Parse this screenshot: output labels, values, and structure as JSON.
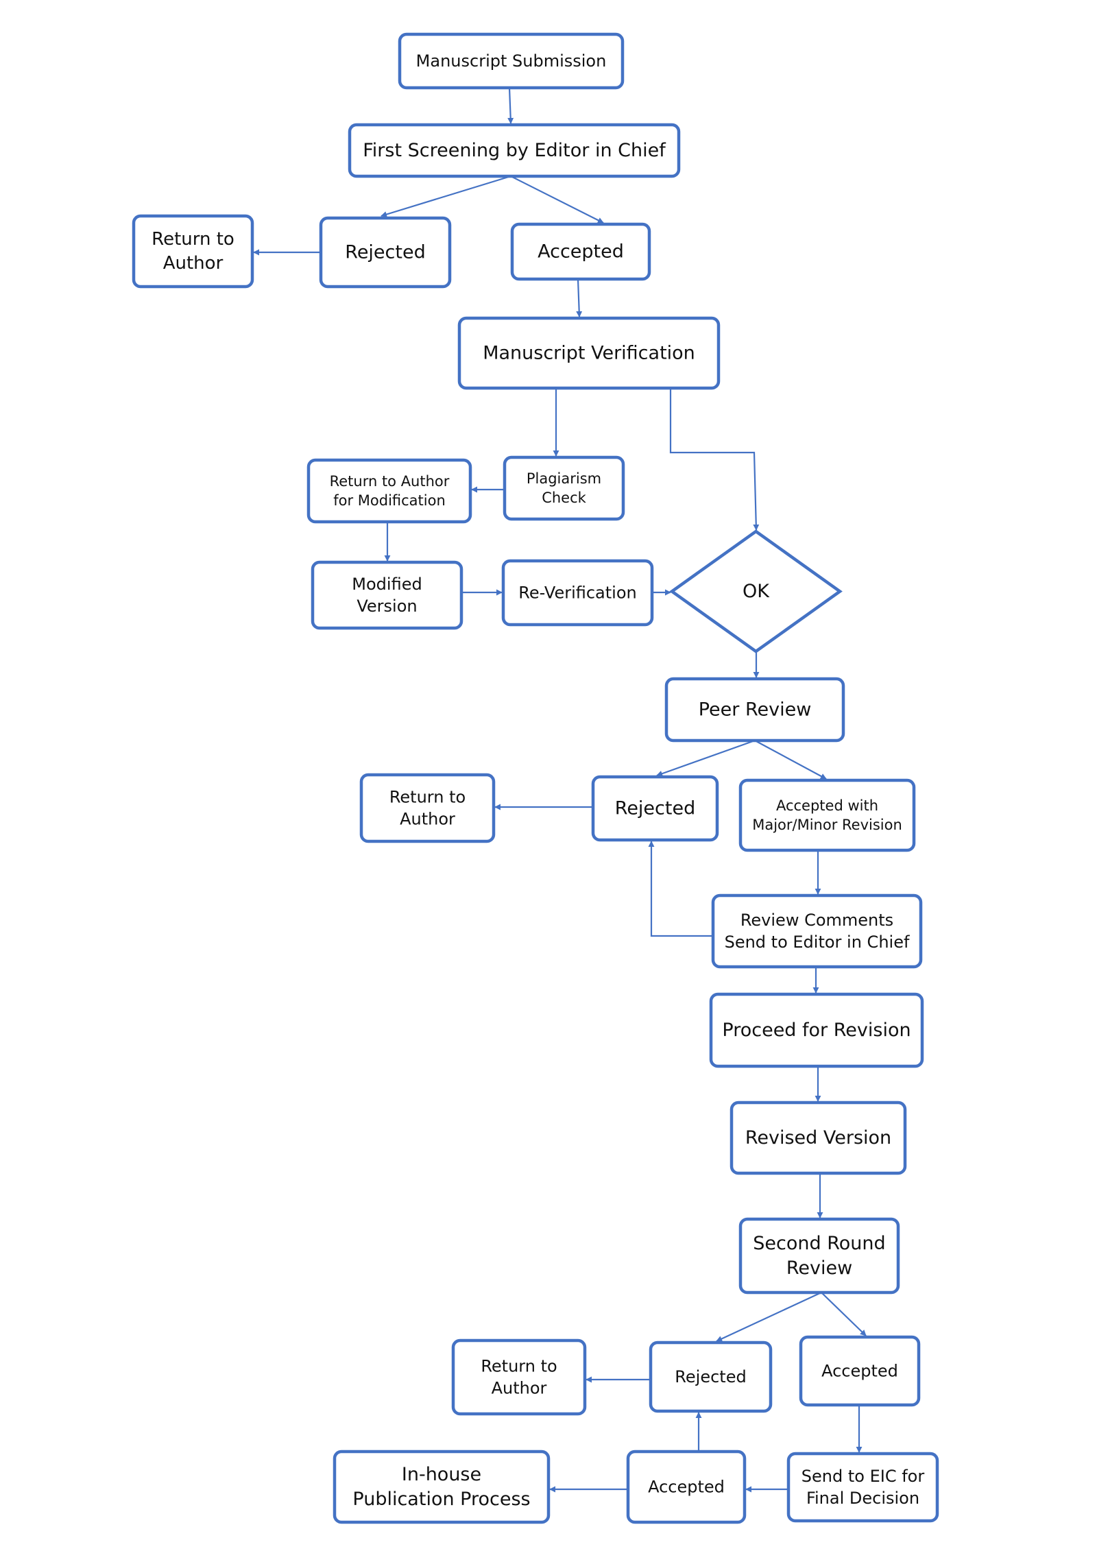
{
  "diagram": {
    "stroke_color": "#4472c4",
    "text_color": "#111111",
    "nodes": {
      "manuscript_submission": [
        "Manuscript Submission"
      ],
      "first_screening": [
        "First Screening by Editor in Chief"
      ],
      "return_author_1": [
        "Return to",
        "Author"
      ],
      "rejected_1": [
        "Rejected"
      ],
      "accepted_1": [
        "Accepted"
      ],
      "manuscript_verification": [
        "Manuscript Verification"
      ],
      "return_modification": [
        "Return to Author",
        "for Modification"
      ],
      "plagiarism_check": [
        "Plagiarism",
        "Check"
      ],
      "modified_version": [
        "Modified",
        "Version"
      ],
      "re_verification": [
        "Re-Verification"
      ],
      "ok": [
        "OK"
      ],
      "peer_review": [
        "Peer Review"
      ],
      "return_author_2": [
        "Return to",
        "Author"
      ],
      "rejected_2": [
        "Rejected"
      ],
      "accepted_revision": [
        "Accepted with",
        "Major/Minor Revision"
      ],
      "review_comments": [
        "Review Comments",
        "Send to Editor in Chief"
      ],
      "proceed_revision": [
        "Proceed for Revision"
      ],
      "revised_version": [
        "Revised Version"
      ],
      "second_round": [
        "Second Round",
        "Review"
      ],
      "return_author_3": [
        "Return to",
        "Author"
      ],
      "rejected_3": [
        "Rejected"
      ],
      "accepted_3": [
        "Accepted"
      ],
      "inhouse_publication": [
        "In-house",
        "Publication Process"
      ],
      "accepted_final": [
        "Accepted"
      ],
      "send_eic": [
        "Send to EIC for",
        "Final Decision"
      ]
    }
  }
}
